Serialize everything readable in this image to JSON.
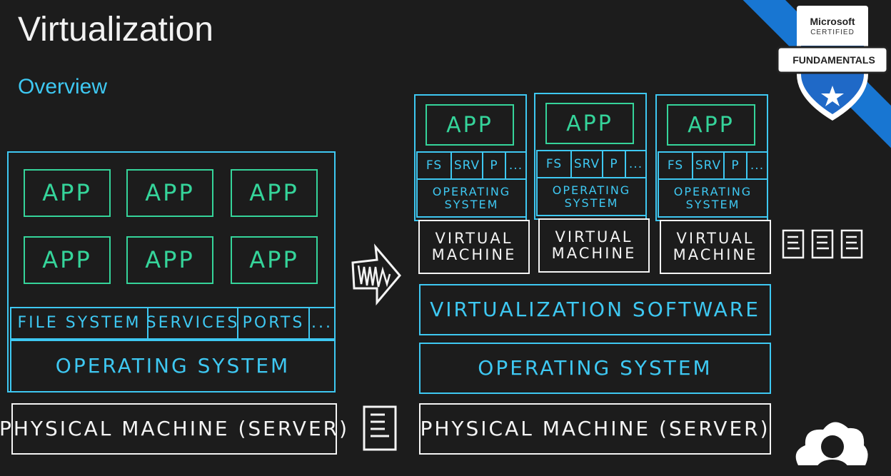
{
  "header": {
    "title": "Virtualization",
    "subtitle": "Overview"
  },
  "left": {
    "apps": [
      "APP",
      "APP",
      "APP",
      "APP",
      "APP",
      "APP"
    ],
    "file_system": "FILE SYSTEM",
    "services": "SERVICES",
    "ports": "PORTS",
    "ellipsis": "...",
    "os": "OPERATING SYSTEM",
    "physical": "PHYSICAL MACHINE (SERVER)"
  },
  "right": {
    "vms": [
      {
        "app": "APP",
        "fs": "FS",
        "srv": "SRV",
        "p": "P",
        "more": "...",
        "os_line1": "OPERATING",
        "os_line2": "SYSTEM",
        "vm_line1": "VIRTUAL",
        "vm_line2": "MACHINE"
      },
      {
        "app": "APP",
        "fs": "FS",
        "srv": "SRV",
        "p": "P",
        "more": "...",
        "os_line1": "OPERATING",
        "os_line2": "SYSTEM",
        "vm_line1": "VIRTUAL",
        "vm_line2": "MACHINE"
      },
      {
        "app": "APP",
        "fs": "FS",
        "srv": "SRV",
        "p": "P",
        "more": "...",
        "os_line1": "OPERATING",
        "os_line2": "SYSTEM",
        "vm_line1": "VIRTUAL",
        "vm_line2": "MACHINE"
      }
    ],
    "virtualization_software": "VIRTUALIZATION SOFTWARE",
    "os": "OPERATING SYSTEM",
    "physical": "PHYSICAL MACHINE (SERVER)"
  },
  "badge": {
    "brand": "Microsoft",
    "certified": "CERTIFIED",
    "level": "FUNDAMENTALS"
  },
  "colors": {
    "cyan": "#3ec8f2",
    "green": "#35d49a",
    "white": "#f4f4f4",
    "background": "#1c1c1c",
    "ribbon": "#1876d2"
  }
}
